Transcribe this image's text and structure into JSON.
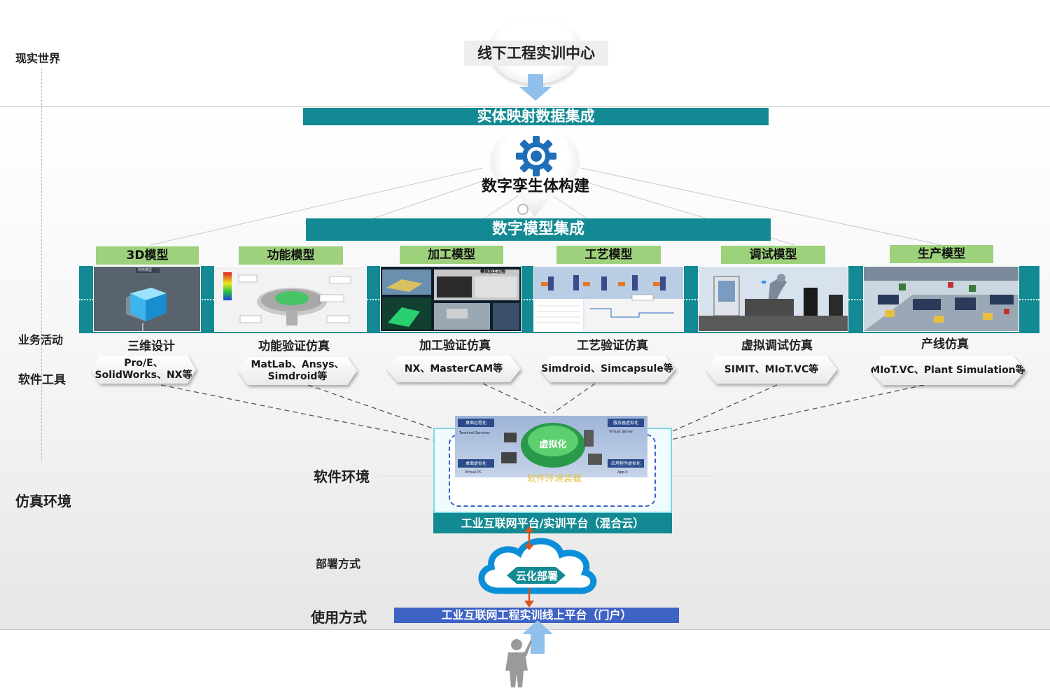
{
  "left_labels": {
    "real_world": "现实世界",
    "business": "业务活动",
    "tools": "软件工具",
    "sim_env": "仿真环境"
  },
  "top_node": "线下工程实训中心",
  "bar_entity": "实体映射数据集成",
  "twin_node": "数字孪生体构建",
  "bar_models": "数字模型集成",
  "models": [
    {
      "label": "3D模型",
      "activity": "三维设计",
      "tool": "Pro/E、SolidWorks、NX等"
    },
    {
      "label": "功能模型",
      "activity": "功能验证仿真",
      "tool": "MatLab、Ansys、Simdroid等"
    },
    {
      "label": "加工模型",
      "activity": "加工验证仿真",
      "tool": "NX、MasterCAM等"
    },
    {
      "label": "工艺模型",
      "activity": "工艺验证仿真",
      "tool": "Simdroid、Simcapsule等"
    },
    {
      "label": "调试模型",
      "activity": "虚拟调试仿真",
      "tool": "SIMIT、MIoT.VC等"
    },
    {
      "label": "生产模型",
      "activity": "产线仿真",
      "tool": "MIoT.VC、Plant Simulation等"
    }
  ],
  "screenshot_texts": {
    "s1_caption": "网络模型",
    "s3_caption": "模拟加工过程"
  },
  "software_env": {
    "label": "软件环境",
    "virtualization": "虚拟化",
    "loading": "软件环境装载",
    "platform": "工业互联网平台/实训平台（混合云）",
    "tags": [
      "桌面远程化",
      "服务器虚拟化",
      "桌面虚拟化",
      "应用程序虚拟化"
    ],
    "subtags": [
      "Terminal Services",
      "Virtual Server",
      "Virtual PC",
      "App-V"
    ]
  },
  "deployment": {
    "label": "部署方式",
    "cloud": "云化部署"
  },
  "usage": {
    "label": "使用方式",
    "portal": "工业互联网工程实训线上平台（门户）"
  },
  "colors": {
    "teal": "#138a93",
    "green_label": "#9ed17b",
    "platform_blue": "#3f63c4",
    "cloud_blue": "#0a8fd8",
    "arrow_blue": "#8fc1ea",
    "orange_arrow": "#d9541a"
  }
}
